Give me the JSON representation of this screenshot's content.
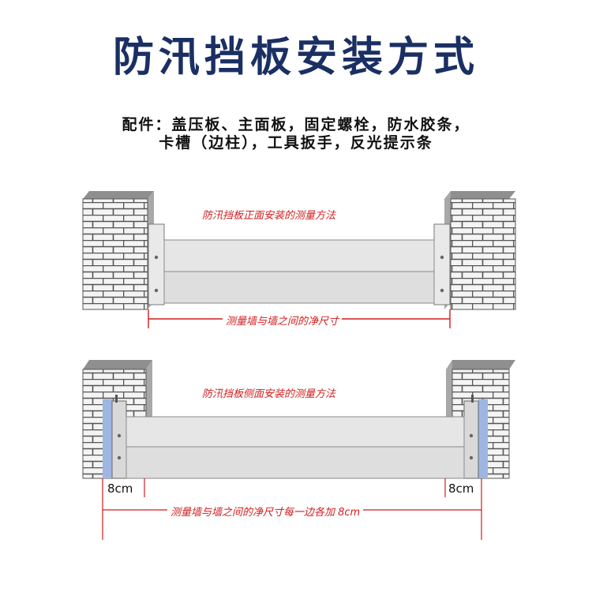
{
  "title": "防汛挡板安装方式",
  "parts": {
    "line1": "配件：盖压板、主面板，固定螺栓，防水胶条，",
    "line2": "卡槽（边柱），工具扳手，反光提示条"
  },
  "diagram_front": {
    "caption": "防汛挡板正面安装的测量方法",
    "measure_label": "测量墙与墙之间的净尺寸"
  },
  "diagram_side": {
    "caption": "防汛挡板侧面安装的测量方法",
    "left_label": "8cm",
    "right_label": "8cm",
    "measure_label": "测量墙与墙之间的净尺寸每一边各加 8cm"
  },
  "colors": {
    "title": "#1a2f63",
    "red": "#d11c1c",
    "brick_fill": "#f4f4f4",
    "brick_line": "#555555",
    "wall_top": "#8f8f8f",
    "panel": "#e6e6e6",
    "blue_seal": "#9fb6e2"
  }
}
